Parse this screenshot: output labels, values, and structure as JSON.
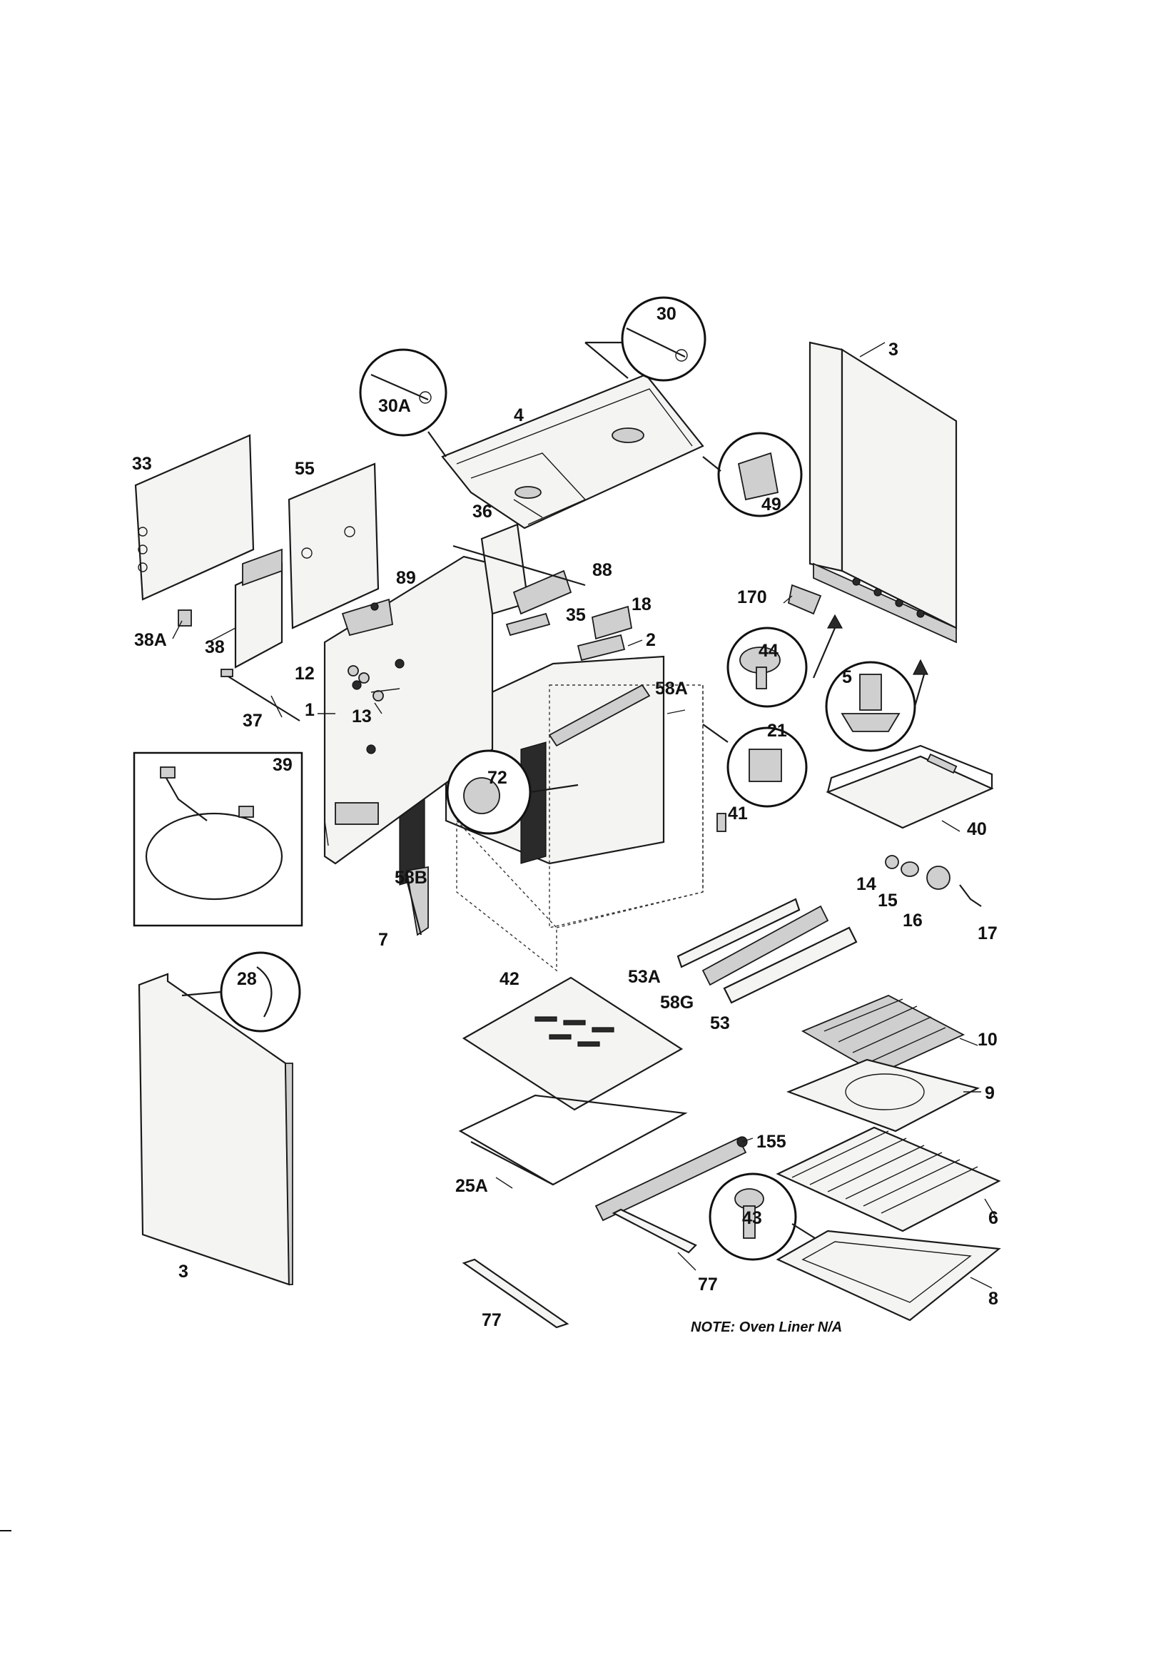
{
  "diagram": {
    "note": "NOTE: Oven Liner N/A",
    "callouts": [
      "1",
      "2",
      "3",
      "3",
      "4",
      "5",
      "6",
      "7",
      "8",
      "9",
      "10",
      "12",
      "13",
      "14",
      "15",
      "16",
      "17",
      "18",
      "21",
      "25A",
      "28",
      "30",
      "30A",
      "33",
      "35",
      "36",
      "37",
      "38",
      "38A",
      "39",
      "40",
      "41",
      "42",
      "43",
      "44",
      "49",
      "53",
      "53A",
      "55",
      "58A",
      "58B",
      "58G",
      "72",
      "77",
      "77",
      "88",
      "89",
      "155",
      "170"
    ]
  }
}
